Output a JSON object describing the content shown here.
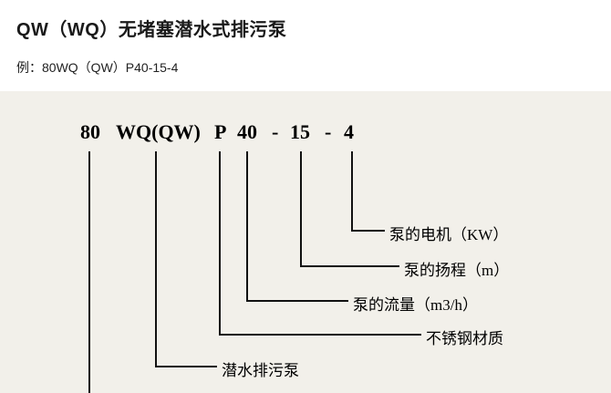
{
  "page": {
    "title": "QW（WQ）无堵塞潜水式排污泵",
    "example": "例：80WQ（QW）P40-15-4"
  },
  "diagram": {
    "code": {
      "size": "80",
      "type": "WQ(QW)",
      "material": "P",
      "flow": "40",
      "dash1": "-",
      "head": "15",
      "dash2": "-",
      "power": "4"
    },
    "labels": {
      "power": "泵的电机（KW）",
      "head": "泵的扬程（m）",
      "flow": "泵的流量（m3/h）",
      "material": "不锈钢材质",
      "type": "潜水排污泵"
    },
    "colors": {
      "panel_background": "#f2f0ea",
      "line": "#111111",
      "text": "#000000"
    }
  }
}
